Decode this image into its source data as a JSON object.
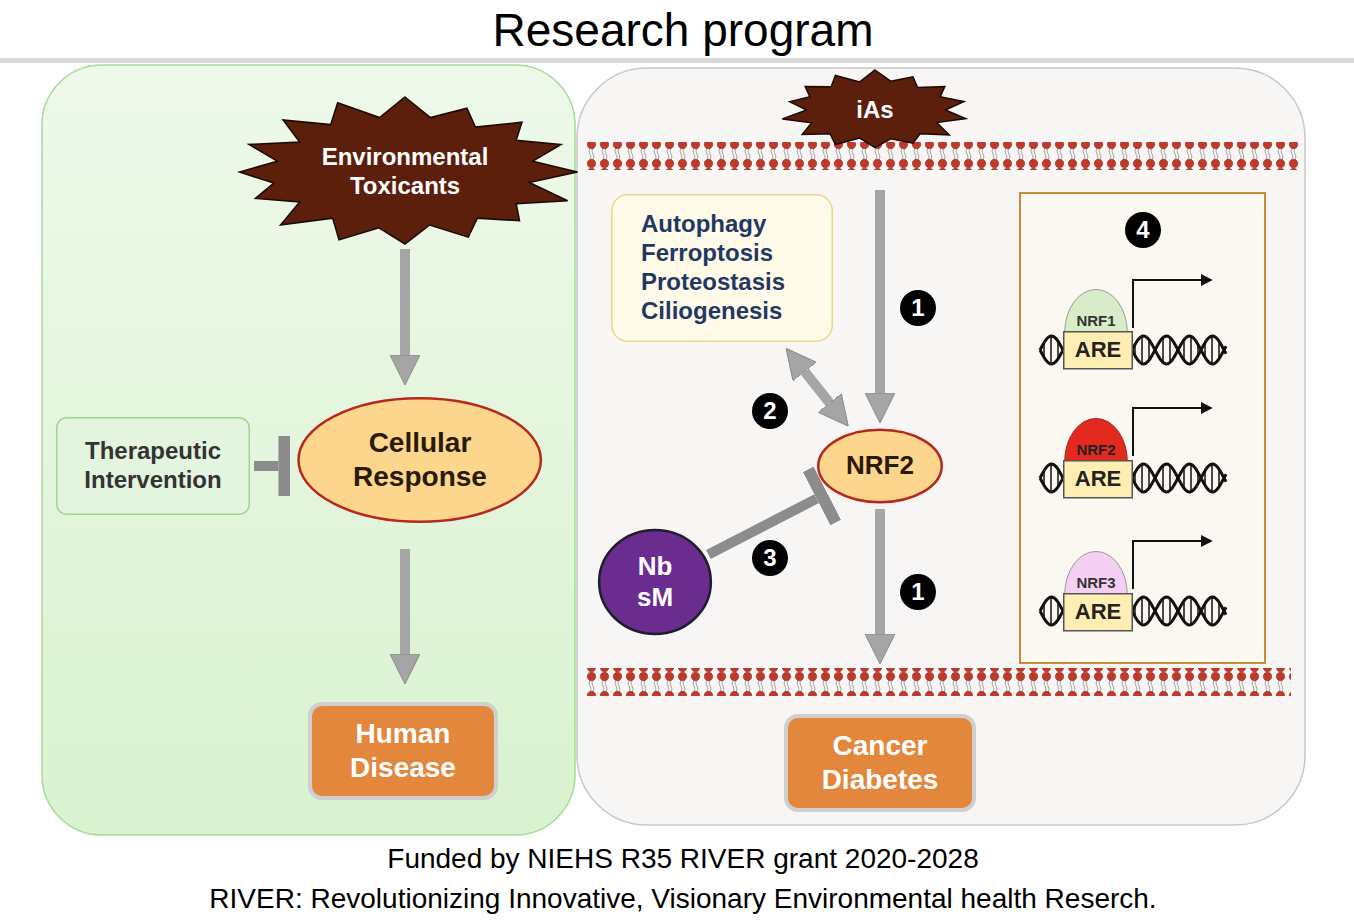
{
  "diagram": {
    "title": "Research program",
    "caption": "Funded by NIEHS R35 RIVER grant 2020-2028",
    "nodes": [
      {
        "text": [
          "Environmental Toxicants"
        ]
      },
      {
        "text": [
          "Cellular Response"
        ]
      },
      {
        "text": [
          "Therapeutic Intervention"
        ]
      },
      {
        "text": [
          "Human Disease"
        ]
      },
      {
        "text": [
          "iAs"
        ]
      },
      {
        "text": [
          "Autophagy",
          "Ferroptosis",
          "Proteostasis",
          "Ciliogenesis"
        ]
      },
      {
        "text": [
          "NRF2"
        ]
      },
      {
        "text": [
          "Nb sM"
        ]
      },
      {
        "text": [
          "Cancer",
          "Diabetes"
        ]
      },
      {
        "text": [
          "NRF1"
        ]
      },
      {
        "text": [
          "ARE"
        ]
      },
      {
        "text": [
          "NRF2"
        ]
      },
      {
        "text": [
          "ARE"
        ]
      },
      {
        "text": [
          "NRF3"
        ]
      },
      {
        "text": [
          "ARE"
        ]
      }
    ],
    "edges": [
      {
        "from": 0,
        "to": 1,
        "arrow": "to"
      },
      {
        "from": 2,
        "to": 1,
        "arrow": "to"
      },
      {
        "from": 1,
        "to": 3,
        "arrow": "to"
      },
      {
        "from": 4,
        "to": 6,
        "arrow": "to"
      },
      {
        "from": 6,
        "to": 5,
        "arrow": "both"
      },
      {
        "from": 7,
        "to": 6,
        "arrow": "to"
      },
      {
        "from": 6,
        "to": 8,
        "arrow": "to"
      }
    ],
    "labels": [
      "1",
      "2",
      "3",
      "1",
      "4",
      "RIVER: Revolutionizing Innovative, Visionary Environmental health Reserch."
    ]
  }
}
